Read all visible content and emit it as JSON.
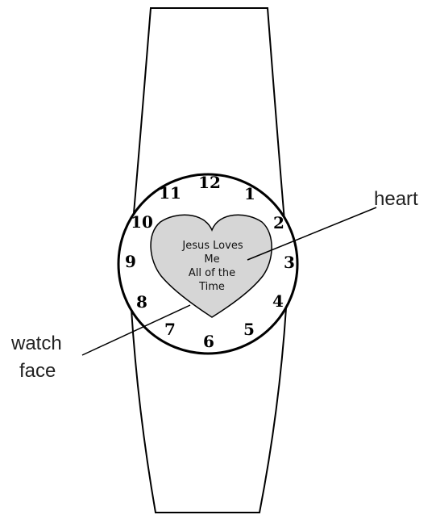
{
  "diagram": {
    "clock_numbers": [
      "12",
      "1",
      "2",
      "3",
      "4",
      "5",
      "6",
      "7",
      "8",
      "9",
      "10",
      "11"
    ],
    "heart_text": [
      "Jesus Loves",
      "Me",
      "All of the",
      "Time"
    ],
    "labels": {
      "heart": "heart",
      "watch_face_line1": "watch",
      "watch_face_line2": "face"
    },
    "colors": {
      "outline": "#000000",
      "heart_fill": "#d6d6d6",
      "background": "#ffffff"
    }
  }
}
